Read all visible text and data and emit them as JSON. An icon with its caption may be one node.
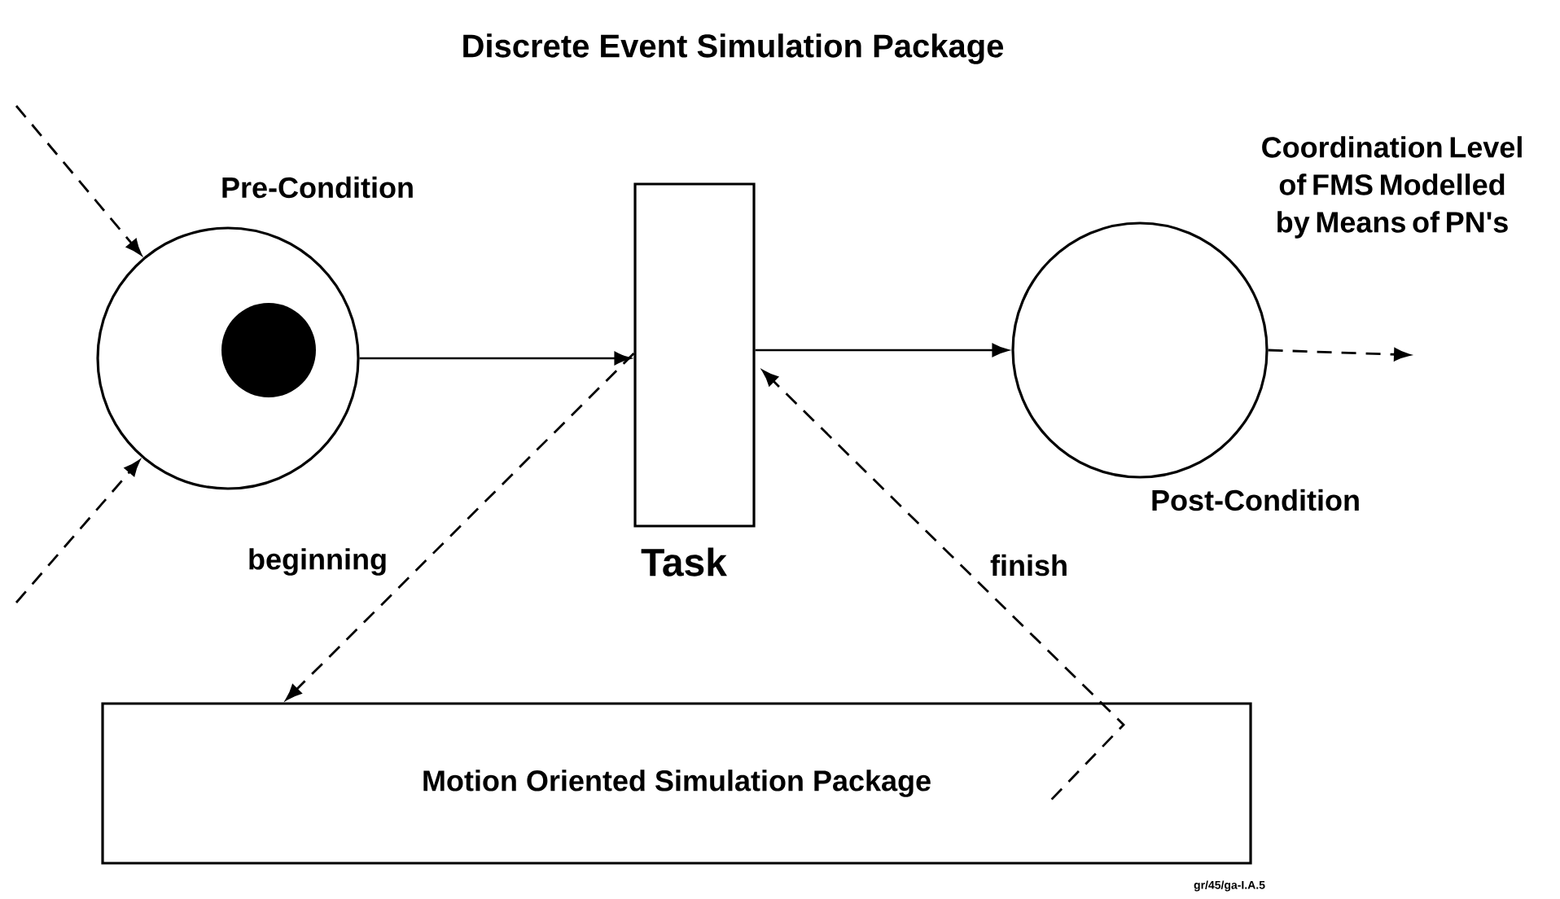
{
  "diagram": {
    "title": "Discrete Event Simulation Package",
    "nodes": [
      {
        "text": [
          "Pre-Condition"
        ]
      },
      {
        "text": [
          "Task"
        ]
      },
      {
        "text": [
          "Post-Condition"
        ]
      },
      {
        "text": [
          "Motion Oriented Simulation Package"
        ]
      }
    ],
    "edges": [
      {
        "from": null,
        "to": 0,
        "arrow": "to",
        "style": "dashed"
      },
      {
        "from": null,
        "to": 0,
        "arrow": "to",
        "style": "dashed"
      },
      {
        "from": 0,
        "to": 1,
        "arrow": "to"
      },
      {
        "from": 1,
        "to": 2,
        "arrow": "to"
      },
      {
        "from": 2,
        "to": null,
        "arrow": "to",
        "style": "dashed"
      },
      {
        "from": 1,
        "to": 3,
        "arrow": "to",
        "style": "dashed",
        "label": "beginning"
      },
      {
        "from": 3,
        "to": 1,
        "arrow": "to",
        "style": "dashed",
        "label": "finish"
      }
    ],
    "labels": [
      "Coordination Level of FMS Modelled by Means of PN's",
      "gr/45/ga-I.A.5"
    ]
  }
}
